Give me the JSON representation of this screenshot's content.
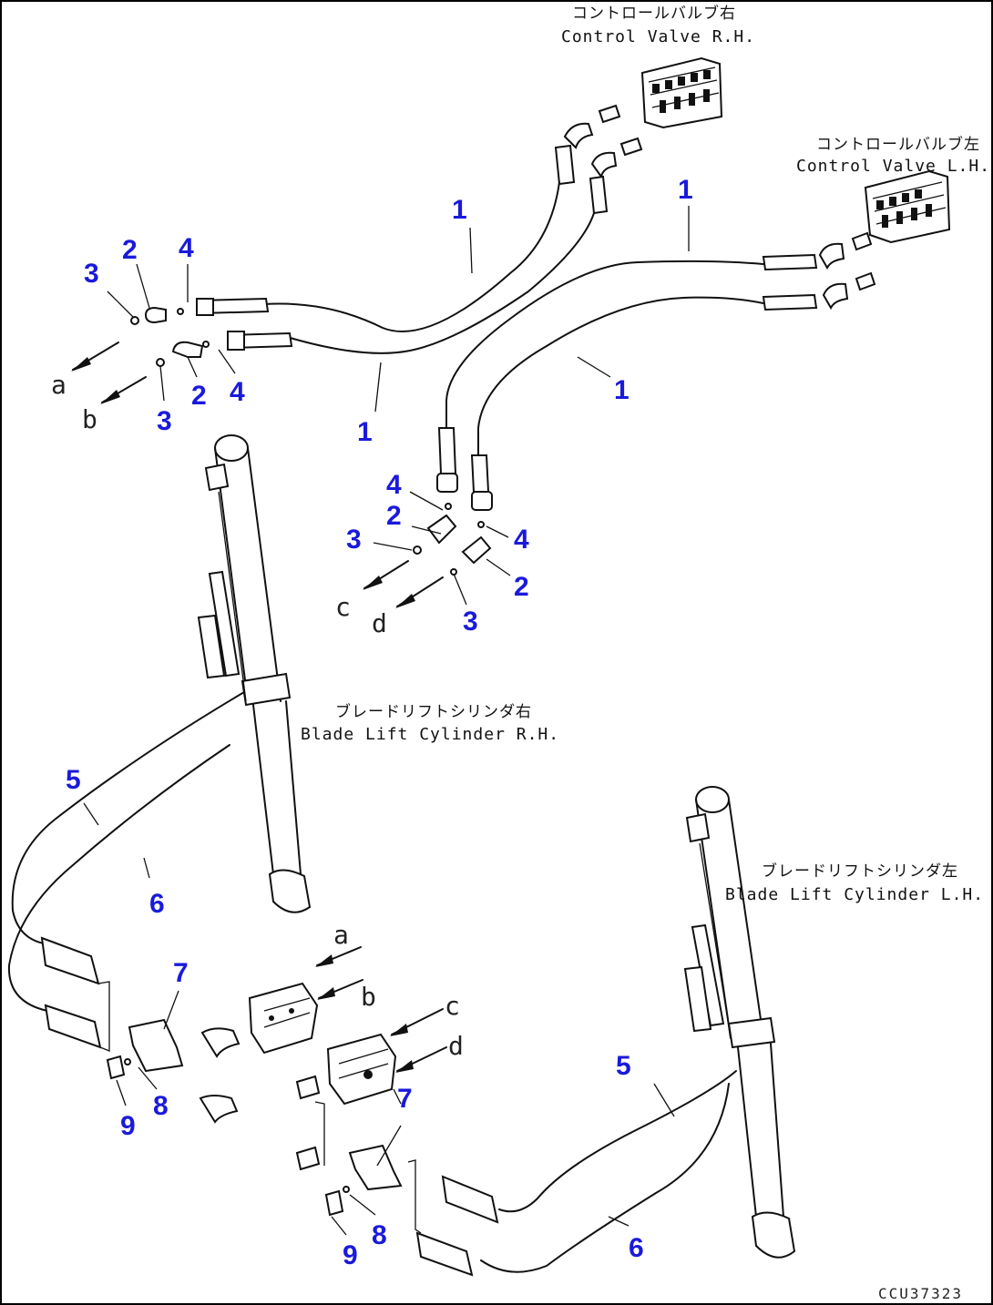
{
  "components": {
    "valve_rh_jp": "コントロールバルブ右",
    "valve_rh_en": "Control Valve R.H.",
    "valve_lh_jp": "コントロールバルブ左",
    "valve_lh_en": "Control Valve L.H.",
    "cyl_rh_jp": "ブレードリフトシリンダ右",
    "cyl_rh_en": "Blade Lift Cylinder R.H.",
    "cyl_lh_jp": "ブレードリフトシリンダ左",
    "cyl_lh_en": "Blade Lift Cylinder L.H."
  },
  "part_numbers": {
    "n1": "1",
    "n2": "2",
    "n3": "3",
    "n4": "4",
    "n5": "5",
    "n6": "6",
    "n7": "7",
    "n8": "8",
    "n9": "9"
  },
  "ports": {
    "a": "a",
    "b": "b",
    "c": "c",
    "d": "d"
  },
  "drawing_code": "CCU37323"
}
